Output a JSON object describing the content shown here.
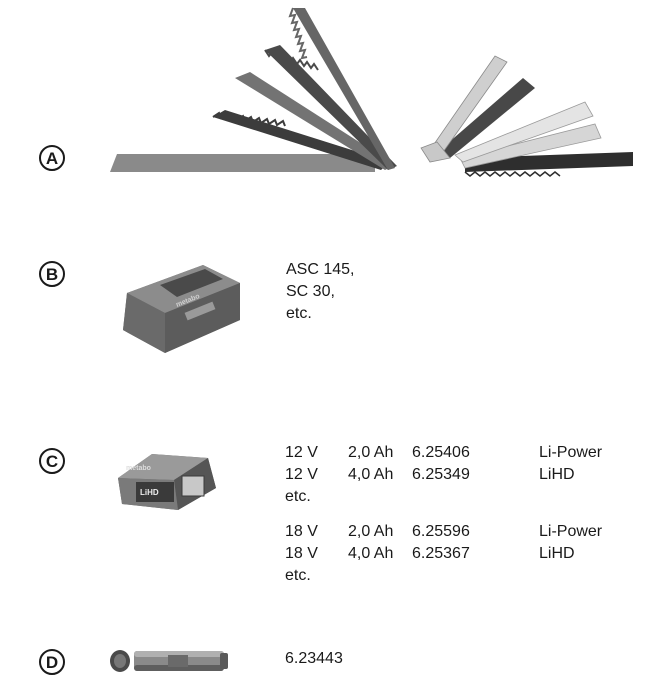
{
  "markers": {
    "a": "A",
    "b": "B",
    "c": "C",
    "d": "D"
  },
  "section_b": {
    "lines": [
      "ASC 145,",
      "SC 30,",
      "etc."
    ]
  },
  "section_c": {
    "group_12v": [
      {
        "voltage": "12 V",
        "capacity": "2,0 Ah",
        "code": "6.25406",
        "type": "Li-Power"
      },
      {
        "voltage": "12 V",
        "capacity": "4,0 Ah",
        "code": "6.25349",
        "type": "LiHD"
      }
    ],
    "etc_1": "etc.",
    "group_18v": [
      {
        "voltage": "18 V",
        "capacity": "2,0 Ah",
        "code": "6.25596",
        "type": "Li-Power"
      },
      {
        "voltage": "18 V",
        "capacity": "4,0 Ah",
        "code": "6.25367",
        "type": "LiHD"
      }
    ],
    "etc_2": "etc."
  },
  "section_d": {
    "code": "6.23443"
  },
  "images": {
    "blade_fan_left": "saw-blades-wood",
    "blade_fan_right": "saw-blades-metal",
    "charger": "battery-charger",
    "charger_logo": "metabo",
    "battery": "battery-pack",
    "battery_logo": "metabo",
    "battery_badge": "LiHD",
    "tool": "cylindrical-adapter"
  },
  "colors": {
    "text": "#1a1a1a",
    "device_dark": "#5a5a5a",
    "device_mid": "#8a8a8a",
    "blade_light": "#d8d8d8"
  }
}
